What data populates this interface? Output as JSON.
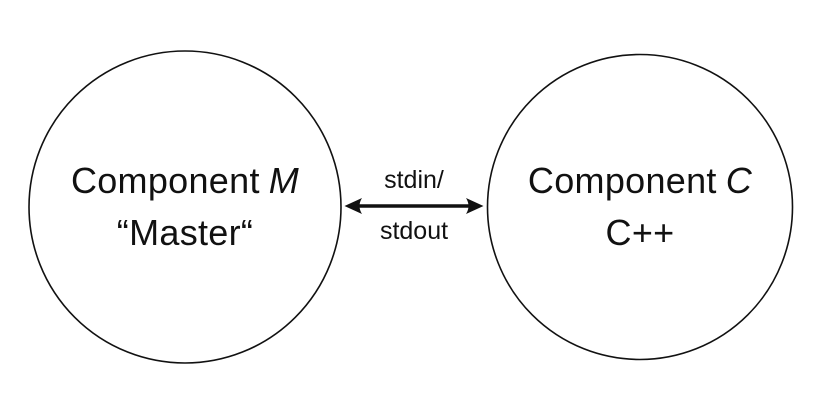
{
  "diagram": {
    "background_color": "#ffffff",
    "stroke_color": "#111111",
    "nodes": {
      "master": {
        "title_prefix": "Component",
        "title_math_letter": "M",
        "subtitle": "“Master“"
      },
      "cpp": {
        "title_prefix": "Component",
        "title_math_letter": "C",
        "subtitle": "C++"
      }
    },
    "arrow": {
      "label_top": "stdin/",
      "label_bottom": "stdout"
    }
  }
}
